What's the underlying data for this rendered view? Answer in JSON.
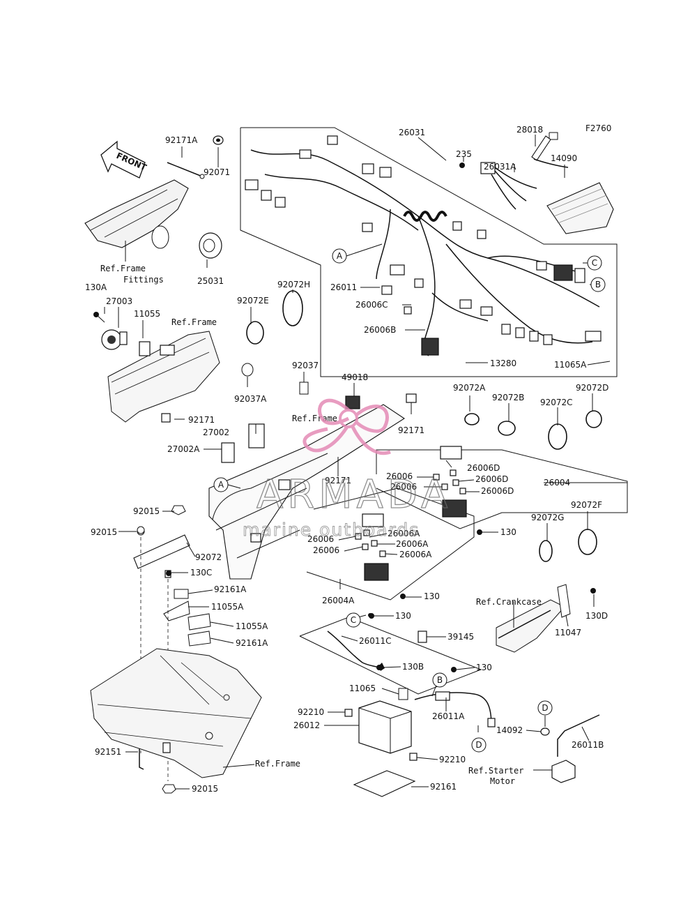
{
  "diagram_code": "F2760",
  "front_arrow": "FRONT",
  "watermark": {
    "brand": "ARMADA",
    "tagline": "marine outboards",
    "logo_color": "#e48bb6"
  },
  "refs": {
    "frame_fittings_1": "Ref.Frame",
    "frame_fittings_2": "Fittings",
    "frame_a": "Ref.Frame",
    "frame_b": "Ref.Frame",
    "frame_c": "Ref.Frame",
    "crankcase": "Ref.Crankcase",
    "starter_1": "Ref.Starter",
    "starter_2": "Motor"
  },
  "callouts": {
    "a": "A",
    "b": "B",
    "c": "C",
    "d": "D"
  },
  "parts": {
    "p92171A": "92171A",
    "p92071": "92071",
    "p25031": "25031",
    "p130A": "130A",
    "p27003": "27003",
    "p11055": "11055",
    "p92171_a": "92171",
    "p92072E": "92072E",
    "p92072H": "92072H",
    "p92037": "92037",
    "p92037A": "92037A",
    "p49018": "49018",
    "p92171_b": "92171",
    "p27002": "27002",
    "p27002A": "27002A",
    "p92171_c": "92171",
    "p26031": "26031",
    "p235": "235",
    "p28018": "28018",
    "p26031A": "26031A",
    "p14090": "14090",
    "p26011": "26011",
    "p26006C": "26006C",
    "p26006B": "26006B",
    "p13280": "13280",
    "p11065A": "11065A",
    "p92072A": "92072A",
    "p92072B": "92072B",
    "p92072C": "92072C",
    "p92072D": "92072D",
    "p26006D_1": "26006D",
    "p26006_1": "26006",
    "p26006D_2": "26006D",
    "p26006_2": "26006",
    "p26006D_3": "26006D",
    "p26004": "26004",
    "p130_1": "130",
    "p92072G": "92072G",
    "p92072F": "92072F",
    "p26006A_1": "26006A",
    "p26006_3": "26006",
    "p26006A_2": "26006A",
    "p26006_4": "26006",
    "p26006A_3": "26006A",
    "p26004A": "26004A",
    "p130_2": "130",
    "p92015_1": "92015",
    "p92015_2": "92015",
    "p92072": "92072",
    "p130C": "130C",
    "p92161A_1": "92161A",
    "p11055A_1": "11055A",
    "p11055A_2": "11055A",
    "p92161A_2": "92161A",
    "p130_3": "130",
    "p26011C": "26011C",
    "p39145": "39145",
    "p130B": "130B",
    "p130_4": "130",
    "p11065": "11065",
    "p92210_1": "92210",
    "p26012": "26012",
    "p26011A": "26011A",
    "p92210_2": "92210",
    "p92161": "92161",
    "p92151": "92151",
    "p92015_3": "92015",
    "p11047": "11047",
    "p130D": "130D",
    "p14092": "14092",
    "p26011B": "26011B"
  }
}
